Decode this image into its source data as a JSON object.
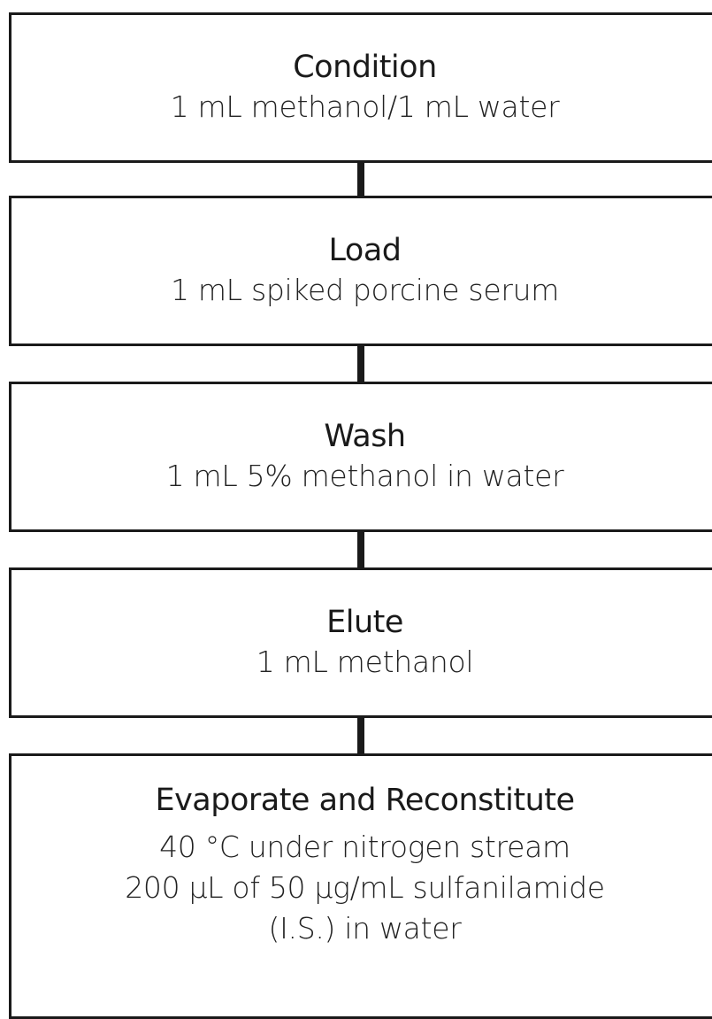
{
  "steps": [
    {
      "title": "Condition",
      "details": [
        "1 mL methanol/1 mL water"
      ]
    },
    {
      "title": "Load",
      "details": [
        "1 mL spiked porcine serum"
      ]
    },
    {
      "title": "Wash",
      "details": [
        "1 mL 5% methanol in water"
      ]
    },
    {
      "title": "Elute",
      "details": [
        "1 mL methanol"
      ]
    },
    {
      "title": "Evaporate and Reconstitute",
      "details": [
        "40 °C under nitrogen stream",
        "200 µL of 50 µg/mL sulfanilamide",
        "(I.S.) in water"
      ]
    }
  ]
}
